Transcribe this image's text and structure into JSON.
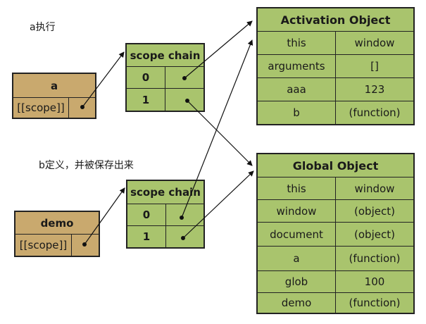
{
  "captions": {
    "a_exec": "a执行",
    "b_def": "b定义，并被保存出来"
  },
  "func_a": {
    "name": "a",
    "scope_label": "[[scope]]"
  },
  "func_demo": {
    "name": "demo",
    "scope_label": "[[scope]]"
  },
  "scope_chain_a": {
    "title": "scope chain",
    "rows": [
      "0",
      "1"
    ]
  },
  "scope_chain_b": {
    "title": "scope chain",
    "rows": [
      "0",
      "1"
    ]
  },
  "activation_object": {
    "title": "Activation Object",
    "rows": [
      {
        "key": "this",
        "value": "window"
      },
      {
        "key": "arguments",
        "value": "[]"
      },
      {
        "key": "aaa",
        "value": "123"
      },
      {
        "key": "b",
        "value": "(function)"
      }
    ]
  },
  "global_object": {
    "title": "Global Object",
    "rows": [
      {
        "key": "this",
        "value": "window"
      },
      {
        "key": "window",
        "value": "(object)"
      },
      {
        "key": "document",
        "value": "(object)"
      },
      {
        "key": "a",
        "value": "(function)"
      },
      {
        "key": "glob",
        "value": "100"
      },
      {
        "key": "demo",
        "value": "(function)"
      }
    ]
  },
  "colors": {
    "tan": "#c9a96e",
    "green": "#a9c46d",
    "line": "#111111"
  }
}
